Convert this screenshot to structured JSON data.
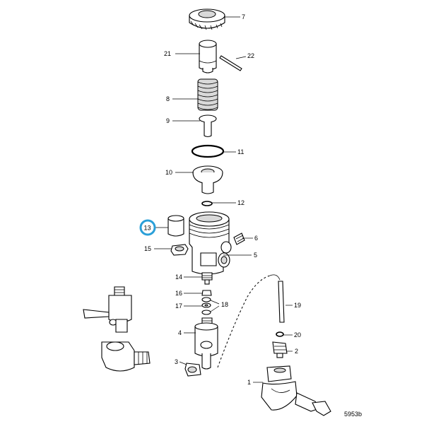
{
  "diagram": {
    "reference_number": "5953b",
    "highlight_color": "#2a9fd8",
    "highlighted_callout": "13",
    "callouts": [
      {
        "id": "c7",
        "label": "7"
      },
      {
        "id": "c21",
        "label": "21"
      },
      {
        "id": "c22",
        "label": "22"
      },
      {
        "id": "c8",
        "label": "8"
      },
      {
        "id": "c9",
        "label": "9"
      },
      {
        "id": "c11",
        "label": "11"
      },
      {
        "id": "c10",
        "label": "10"
      },
      {
        "id": "c12",
        "label": "12"
      },
      {
        "id": "c13",
        "label": "13"
      },
      {
        "id": "c6",
        "label": "6"
      },
      {
        "id": "c15",
        "label": "15"
      },
      {
        "id": "c5",
        "label": "5"
      },
      {
        "id": "c14",
        "label": "14"
      },
      {
        "id": "c16",
        "label": "16"
      },
      {
        "id": "c17",
        "label": "17"
      },
      {
        "id": "c18",
        "label": "18"
      },
      {
        "id": "c19",
        "label": "19"
      },
      {
        "id": "c4",
        "label": "4"
      },
      {
        "id": "c20",
        "label": "20"
      },
      {
        "id": "c2",
        "label": "2"
      },
      {
        "id": "c3",
        "label": "3"
      },
      {
        "id": "c1",
        "label": "1"
      }
    ]
  }
}
